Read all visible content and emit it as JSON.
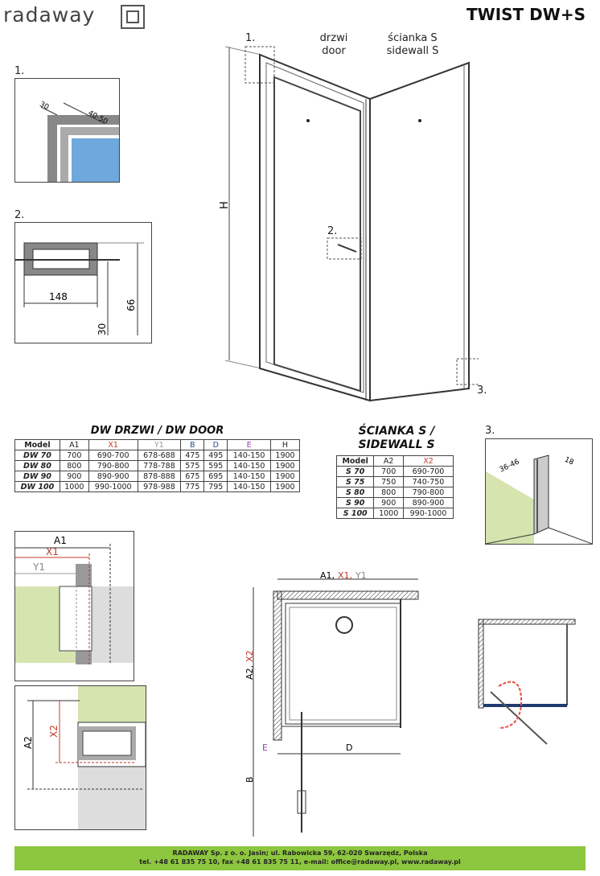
{
  "header": {
    "logo": "radaway",
    "title": "TWIST DW+S"
  },
  "main_view": {
    "label_1": "1.",
    "door_pl": "drzwi",
    "door_en": "door",
    "sidewall_pl": "ścianka S",
    "sidewall_en": "sidewall S",
    "h": "H",
    "label_2": "2.",
    "label_3": "3."
  },
  "detail1": {
    "label": "1.",
    "dim_a": "30",
    "dim_b": "40-50"
  },
  "detail2": {
    "label": "2.",
    "dim_w": "148",
    "dim_30": "30",
    "dim_66": "66"
  },
  "detail3": {
    "label": "3.",
    "dim_a": "36-46",
    "dim_b": "18"
  },
  "door_table": {
    "title": "DW DRZWI / DW DOOR",
    "headers": [
      "Model",
      "A1",
      "X1",
      "Y1",
      "B",
      "D",
      "E",
      "H"
    ],
    "rows": [
      [
        "DW 70",
        "700",
        "690-700",
        "678-688",
        "475",
        "495",
        "140-150",
        "1900"
      ],
      [
        "DW 80",
        "800",
        "790-800",
        "778-788",
        "575",
        "595",
        "140-150",
        "1900"
      ],
      [
        "DW 90",
        "900",
        "890-900",
        "878-888",
        "675",
        "695",
        "140-150",
        "1900"
      ],
      [
        "DW 100",
        "1000",
        "990-1000",
        "978-988",
        "775",
        "795",
        "140-150",
        "1900"
      ]
    ]
  },
  "sidewall_table": {
    "title_pl": "ŚCIANKA S /",
    "title_en": "SIDEWALL S",
    "headers": [
      "Model",
      "A2",
      "X2"
    ],
    "rows": [
      [
        "S 70",
        "700",
        "690-700"
      ],
      [
        "S 75",
        "750",
        "740-750"
      ],
      [
        "S 80",
        "800",
        "790-800"
      ],
      [
        "S 90",
        "900",
        "890-900"
      ],
      [
        "S 100",
        "1000",
        "990-1000"
      ]
    ]
  },
  "detail_a1": {
    "a1": "A1",
    "x1": "X1",
    "y1": "Y1"
  },
  "detail_a2": {
    "a2": "A2",
    "x2": "X2"
  },
  "plan": {
    "top_a1": "A1,",
    "top_x1": "X1,",
    "top_y1": "Y1",
    "side_a2": "A2,",
    "side_x2": "X2",
    "e": "E",
    "d": "D",
    "b": "B"
  },
  "footer": {
    "line1": "RADAWAY Sp. z o. o. Jasin; ul. Rabowicka 59, 62-020 Swarzędz, Polska",
    "line2": "tel. +48 61 835 75 10, fax +48 61 835 75 11, e-mail: office@radaway.pl, www.radaway.pl"
  }
}
